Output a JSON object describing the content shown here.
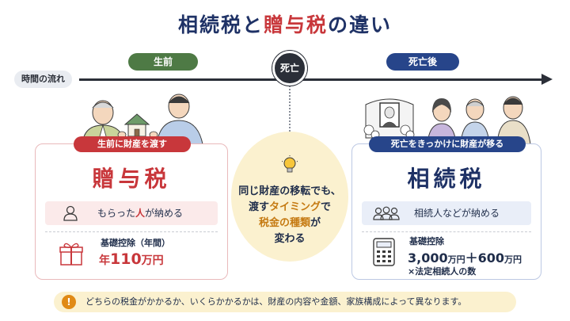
{
  "title": {
    "part1": "相続税",
    "part2": "と",
    "part3": "贈与税",
    "part4": "の違い"
  },
  "timeline": {
    "flow_label": "時間の流れ",
    "before_label": "生前",
    "death_label": "死亡",
    "after_label": "死亡後"
  },
  "gift_card": {
    "badge": "生前に財産を渡す",
    "tax_name": "贈与税",
    "payer_pre": "もらった",
    "payer_highlight": "人",
    "payer_post": "が納める",
    "deduction_label": "基礎控除（年間）",
    "deduction_prefix": "年",
    "deduction_amount": "110",
    "deduction_unit": "万円"
  },
  "inheritance_card": {
    "badge": "死亡をきっかけに財産が移る",
    "tax_name": "相続税",
    "payer_text": "相続人などが納める",
    "deduction_label": "基礎控除",
    "deduction_amount1": "3,000",
    "deduction_unit1": "万円",
    "deduction_plus": "＋",
    "deduction_amount2": "600",
    "deduction_unit2": "万円",
    "deduction_multiplier": "×法定相続人の数"
  },
  "center": {
    "line1": "同じ財産の移転でも、",
    "line2_pre": "渡す",
    "line2_highlight": "タイミング",
    "line2_post": "で",
    "line3_highlight": "税金の種類",
    "line3_post": "が",
    "line4": "変わる"
  },
  "note": {
    "icon_text": "!",
    "text": "どちらの税金がかかるか、いくらかかるかは、財産の内容や金額、家族構成によって異なります。"
  },
  "icons": {
    "person": "person-icon",
    "people": "people-icon",
    "gift": "gift-icon",
    "calculator": "calculator-icon",
    "bulb": "lightbulb-icon",
    "alert": "exclamation-icon"
  },
  "colors": {
    "navy": "#1f3266",
    "red": "#c8373b",
    "green": "#4e7a45",
    "blue": "#27458a",
    "cream": "#fbf1cf",
    "orange": "#e08a16"
  }
}
